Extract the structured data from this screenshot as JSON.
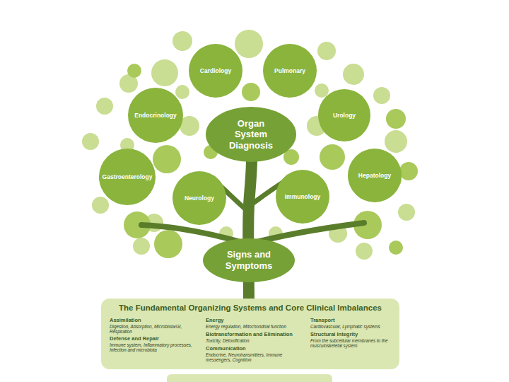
{
  "diagram": {
    "nodes": [
      {
        "text": [
          "Cardiology"
        ]
      },
      {
        "text": [
          "Pulmonary"
        ]
      },
      {
        "text": [
          "Endocrinology"
        ]
      },
      {
        "text": [
          "Urology"
        ]
      },
      {
        "text": [
          "Organ System Diagnosis"
        ]
      },
      {
        "text": [
          "Gastroenterology"
        ]
      },
      {
        "text": [
          "Hepatology"
        ]
      },
      {
        "text": [
          "Neurology"
        ]
      },
      {
        "text": [
          "Immunology"
        ]
      },
      {
        "text": [
          "Signs and Symptoms"
        ]
      },
      {
        "text": [
          "The Fundamental Organizing Systems and Core Clinical Imbalances"
        ]
      },
      {
        "text": [
          "Assimilation",
          "Digestion, Absorption, Microbiota/GI, Respiration"
        ],
        "in": 10
      },
      {
        "text": [
          "Defense and Repair",
          "Immune system, Inflammatory processes, Infection and microbiota"
        ],
        "in": 10
      },
      {
        "text": [
          "Energy",
          "Energy regulation, Mitochondrial function"
        ],
        "in": 10
      },
      {
        "text": [
          "Biotransformation and Elimination",
          "Toxicity, Detoxification"
        ],
        "in": 10
      },
      {
        "text": [
          "Communication",
          "Endocrine, Neurotransmitters, Immune messengers, Cognition"
        ],
        "in": 10
      },
      {
        "text": [
          "Transport",
          "Cardiovascular, Lymphatic systems"
        ],
        "in": 10
      },
      {
        "text": [
          "Structural Integrity",
          "From the subcellular membranes to the musculoskeletal system"
        ],
        "in": 10
      }
    ]
  }
}
